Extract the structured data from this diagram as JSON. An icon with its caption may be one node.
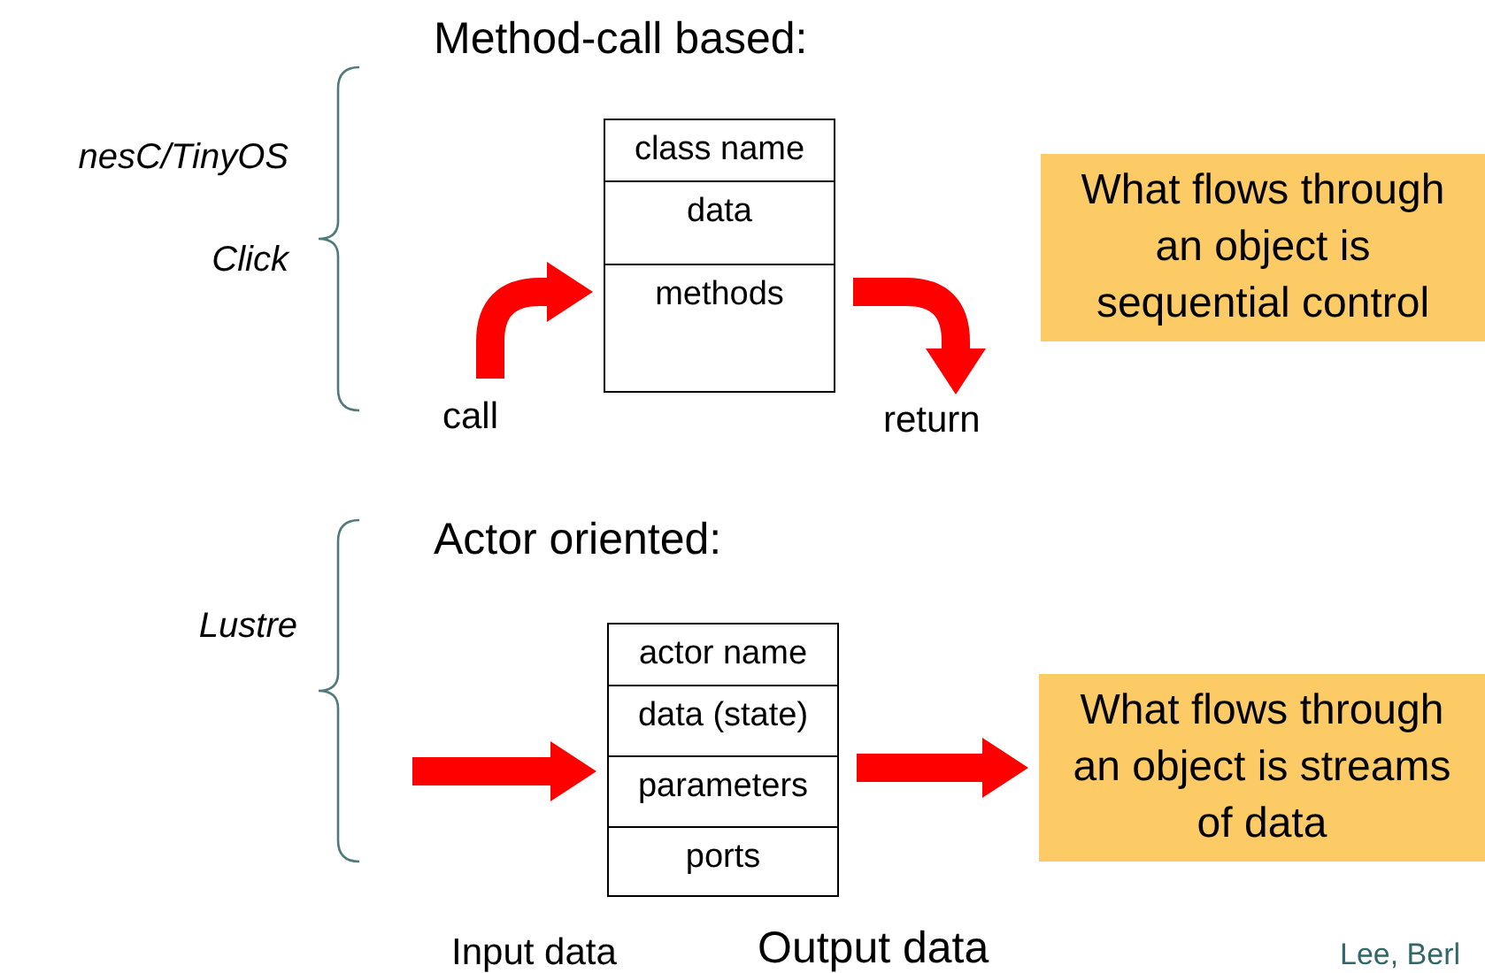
{
  "diagram": {
    "nodes": [
      {
        "text": [
          "class name",
          "data",
          "methods"
        ]
      },
      {
        "text": [
          "What flows through an object is sequential control"
        ]
      },
      {
        "text": [
          "actor name",
          "data (state)",
          "parameters",
          "ports"
        ]
      },
      {
        "text": [
          "What flows through an object is streams of data"
        ]
      },
      {
        "text": [
          "call"
        ]
      },
      {
        "text": [
          "return"
        ]
      }
    ],
    "edges": [
      {
        "from": 4,
        "to": 0,
        "arrow": "to"
      },
      {
        "from": 0,
        "to": 5,
        "arrow": "to"
      },
      {
        "from": null,
        "to": 2,
        "arrow": "to"
      },
      {
        "from": 2,
        "to": 3,
        "arrow": "to"
      }
    ],
    "labels": [
      "Method-call based:",
      "nesC/TinyOS",
      "Click",
      "Actor oriented:",
      "Lustre",
      "Input data",
      "Output data",
      "Lee, Berl"
    ]
  }
}
